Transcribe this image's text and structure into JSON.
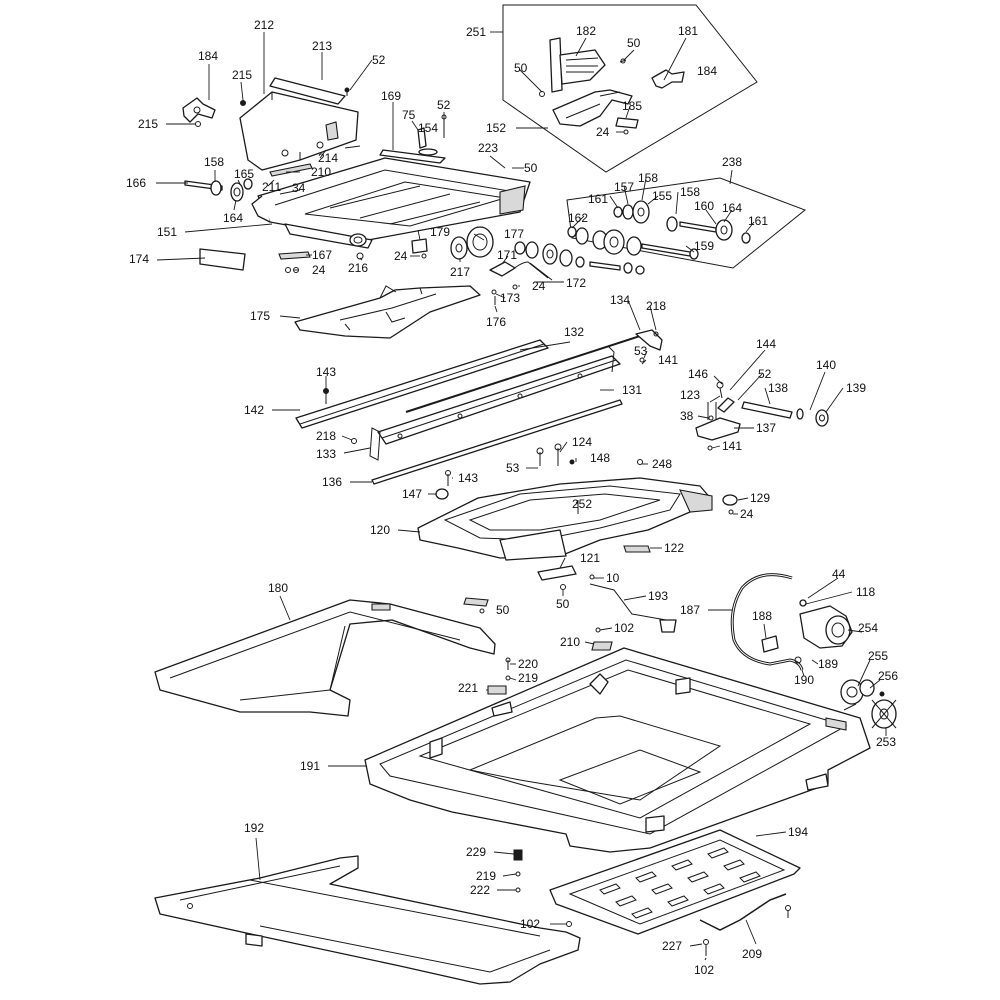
{
  "labels": {
    "l212": "212",
    "l213": "213",
    "l184a": "184",
    "l215a": "215",
    "l215b": "215",
    "l52a": "52",
    "l169": "169",
    "l75": "75",
    "l154": "154",
    "l52b": "52",
    "l251": "251",
    "l182": "182",
    "l50a": "50",
    "l181": "181",
    "l50b": "50",
    "l184b": "184",
    "l185": "185",
    "l24a": "24",
    "l152": "152",
    "l223": "223",
    "l50c": "50",
    "l238": "238",
    "l166": "166",
    "l158a": "158",
    "l165": "165",
    "l214": "214",
    "l210a": "210",
    "l211": "211",
    "l34": "34",
    "l164a": "164",
    "l151": "151",
    "l174": "174",
    "l167": "167",
    "l24b": "24",
    "l216": "216",
    "l179": "179",
    "l24c": "24",
    "l217": "217",
    "l177": "177",
    "l171": "171",
    "l24d": "24",
    "l172": "172",
    "l173": "173",
    "l176": "176",
    "l161a": "161",
    "l157": "157",
    "l158b": "158",
    "l155": "155",
    "l158c": "158",
    "l160": "160",
    "l164b": "164",
    "l161b": "161",
    "l162": "162",
    "l159": "159",
    "l175": "175",
    "l134": "134",
    "l218a": "218",
    "l132": "132",
    "l53a": "53",
    "l141a": "141",
    "l143a": "143",
    "l142": "142",
    "l131": "131",
    "l218b": "218",
    "l133": "133",
    "l144": "144",
    "l146": "146",
    "l52c": "52",
    "l140": "140",
    "l123": "123",
    "l138": "138",
    "l139": "139",
    "l38": "38",
    "l137": "137",
    "l141b": "141",
    "l124": "124",
    "l53b": "53",
    "l148": "148",
    "l248": "248",
    "l136": "136",
    "l143b": "143",
    "l147": "147",
    "l252": "252",
    "l129": "129",
    "l24e": "24",
    "l120": "120",
    "l122": "122",
    "l121": "121",
    "l10": "10",
    "l180": "180",
    "l50d": "50",
    "l50e": "50",
    "l193": "193",
    "l44": "44",
    "l118": "118",
    "l187": "187",
    "l188": "188",
    "l210b": "210",
    "l102a": "102",
    "l254": "254",
    "l220": "220",
    "l189": "189",
    "l255": "255",
    "l219a": "219",
    "l221": "221",
    "l256": "256",
    "l190": "190",
    "l253": "253",
    "l191": "191",
    "l192": "192",
    "l194": "194",
    "l229": "229",
    "l219b": "219",
    "l222": "222",
    "l102b": "102",
    "l227": "227",
    "l209": "209",
    "l102c": "102"
  }
}
